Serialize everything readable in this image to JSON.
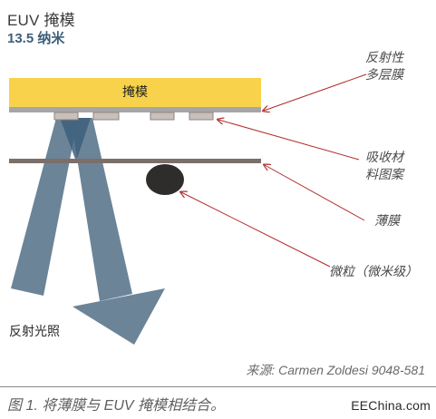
{
  "header": {
    "title": "EUV 掩模",
    "subtitle": "13.5 纳米"
  },
  "diagram": {
    "mask_label": "掩模",
    "callouts": {
      "reflective_multilayer": "反射性\n多层膜",
      "absorber_pattern": "吸收材\n料图案",
      "pellicle": "薄膜",
      "particle": "微粒（微米级）"
    },
    "reflected_light_label": "反射光照"
  },
  "source_text": "来源: Carmen Zoldesi 9048-581",
  "caption": "图 1. 将薄膜与 EUV 掩模相结合。",
  "brand": "EEChina.com",
  "colors": {
    "mask_yellow": "#f7d24a",
    "multilayer_gray": "#a6a6a6",
    "absorber_fill": "#c9bfbb",
    "pellicle_brown": "#7c6e69",
    "particle_dark": "#2e2d2b",
    "beam_blue": "#6b8498",
    "callout_red": "#b02a2a"
  }
}
